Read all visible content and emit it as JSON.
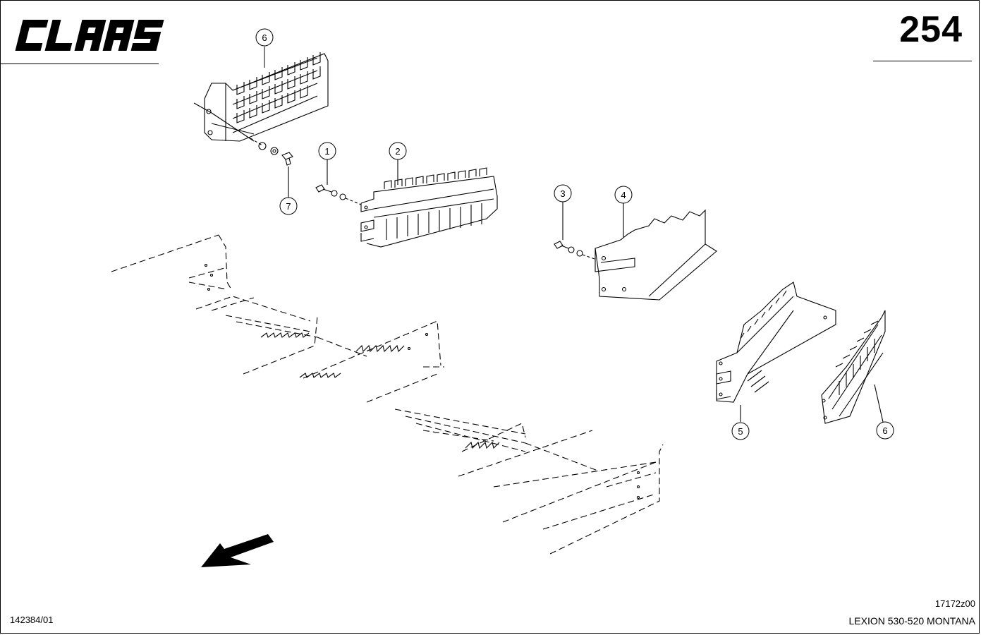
{
  "brand": {
    "logo_text": "CLAAS"
  },
  "header": {
    "page_number": "254"
  },
  "footer": {
    "drawing_code": "17172z00",
    "model_name": "LEXION 530-520 MONTANA",
    "doc_number": "142384/01"
  },
  "callouts": [
    "6",
    "1",
    "2",
    "7",
    "3",
    "4",
    "5",
    "6"
  ]
}
